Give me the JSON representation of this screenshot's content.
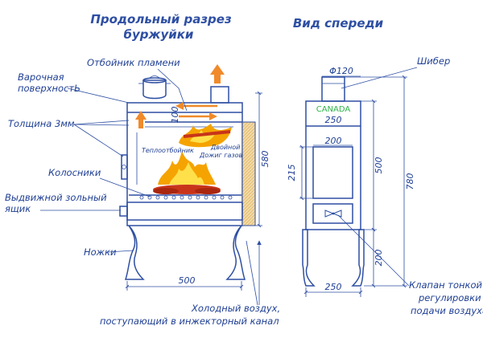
{
  "titles": {
    "section": [
      "Продольный разрез",
      "буржуйки"
    ],
    "front": "Вид спереди"
  },
  "labels": {
    "deflector": "Отбойник пламени",
    "cooking": [
      "Варочная",
      "поверхностЬ"
    ],
    "thickness": "Толщина 3мм",
    "heat_deflector": "Теплоотбойник",
    "afterburn": [
      "Двойной",
      "Дожиг газов"
    ],
    "grates": "Колосники",
    "ash_drawer": [
      "Выдвижной зольный",
      "ящик"
    ],
    "legs": "Ножки",
    "cold_air": [
      "Холодный воздух,",
      "поступающий в инжекторный канал"
    ],
    "damper": "Шибер",
    "valve": [
      "Клапан тонкой",
      "регулировки",
      "подачи воздуха"
    ],
    "brand": "CANADA"
  },
  "dimensions": {
    "gap_100": "100",
    "height_580": "580",
    "width_500": "500",
    "pipe": "Φ120",
    "front_top_width": "250",
    "door_width": "200",
    "door_height": "215",
    "front_body_height": "500",
    "front_total_height": "780",
    "front_leg_height": "200",
    "front_bottom_width": "250"
  },
  "colors": {
    "line": "#2e4fa3",
    "flame": "#f5a300",
    "flame_core": "#ffe04a",
    "logs": "#c8341a",
    "heat_arrow": "#f08a2a",
    "wall_hatch": "#f2d9a5",
    "brand": "#2fb34a"
  },
  "icons": [
    "pot-icon",
    "flame-icon",
    "arrow-up-icon",
    "butterfly-valve-icon"
  ]
}
